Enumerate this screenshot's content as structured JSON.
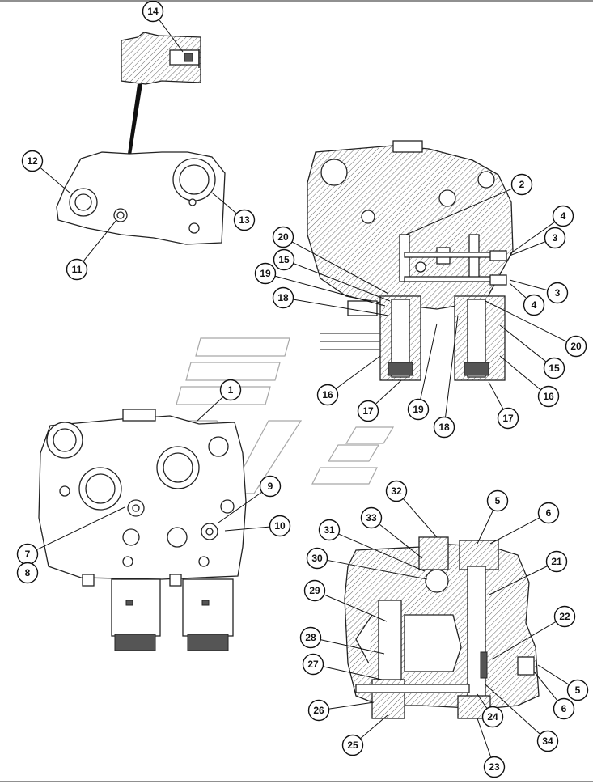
{
  "figure": {
    "callouts": [
      {
        "label": "14"
      },
      {
        "label": "12"
      },
      {
        "label": "13"
      },
      {
        "label": "11"
      },
      {
        "label": "2"
      },
      {
        "label": "4"
      },
      {
        "label": "3"
      },
      {
        "label": "20"
      },
      {
        "label": "15"
      },
      {
        "label": "19"
      },
      {
        "label": "3"
      },
      {
        "label": "18"
      },
      {
        "label": "4"
      },
      {
        "label": "20"
      },
      {
        "label": "15"
      },
      {
        "label": "16"
      },
      {
        "label": "16"
      },
      {
        "label": "1"
      },
      {
        "label": "17"
      },
      {
        "label": "19"
      },
      {
        "label": "18"
      },
      {
        "label": "17"
      },
      {
        "label": "9"
      },
      {
        "label": "10"
      },
      {
        "label": "7"
      },
      {
        "label": "8"
      },
      {
        "label": "32"
      },
      {
        "label": "5"
      },
      {
        "label": "6"
      },
      {
        "label": "33"
      },
      {
        "label": "31"
      },
      {
        "label": "30"
      },
      {
        "label": "21"
      },
      {
        "label": "29"
      },
      {
        "label": "22"
      },
      {
        "label": "28"
      },
      {
        "label": "27"
      },
      {
        "label": "5"
      },
      {
        "label": "26"
      },
      {
        "label": "6"
      },
      {
        "label": "25"
      },
      {
        "label": "24"
      },
      {
        "label": "34"
      },
      {
        "label": "23"
      }
    ]
  }
}
